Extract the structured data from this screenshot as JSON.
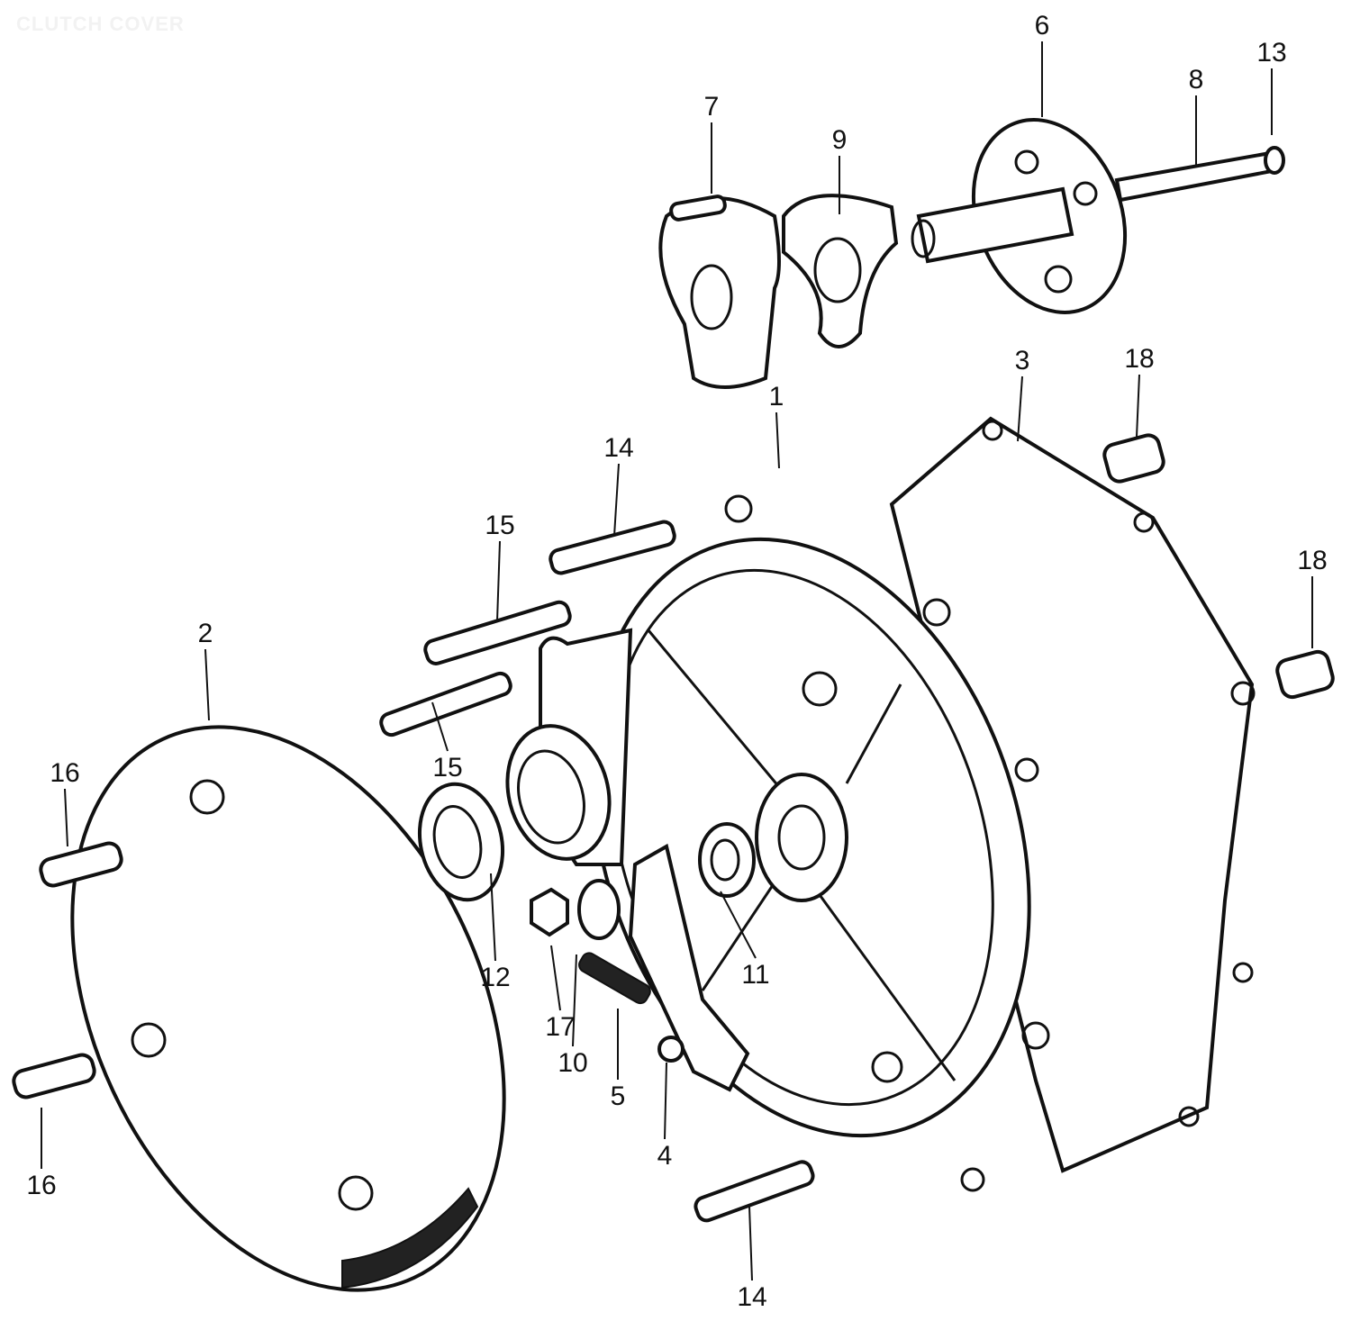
{
  "title": "CLUTCH COVER",
  "callouts": [
    "6",
    "13",
    "8",
    "7",
    "9",
    "3",
    "18",
    "1",
    "14",
    "15",
    "18",
    "2",
    "15",
    "16",
    "12",
    "11",
    "17",
    "10",
    "5",
    "4",
    "16",
    "14"
  ]
}
